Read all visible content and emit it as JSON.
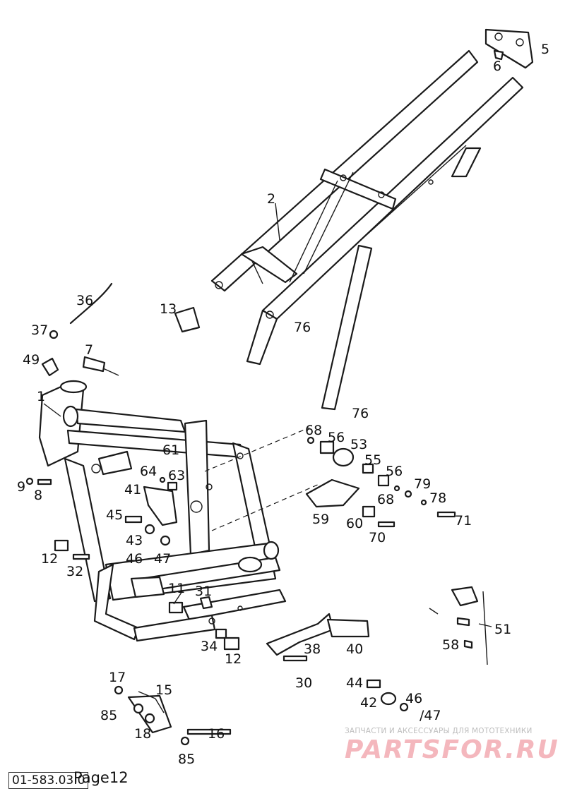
{
  "callouts": [
    {
      "id": "c1",
      "label": "1"
    },
    {
      "id": "c2",
      "label": "2"
    },
    {
      "id": "c5",
      "label": "5"
    },
    {
      "id": "c6",
      "label": "6"
    },
    {
      "id": "c7",
      "label": "7"
    },
    {
      "id": "c8",
      "label": "8"
    },
    {
      "id": "c9",
      "label": "9"
    },
    {
      "id": "c11",
      "label": "11"
    },
    {
      "id": "c12a",
      "label": "12"
    },
    {
      "id": "c12b",
      "label": "12"
    },
    {
      "id": "c13",
      "label": "13"
    },
    {
      "id": "c15",
      "label": "15"
    },
    {
      "id": "c16",
      "label": "16"
    },
    {
      "id": "c17",
      "label": "17"
    },
    {
      "id": "c18",
      "label": "18"
    },
    {
      "id": "c30",
      "label": "30"
    },
    {
      "id": "c31",
      "label": "31"
    },
    {
      "id": "c32",
      "label": "32"
    },
    {
      "id": "c34",
      "label": "34"
    },
    {
      "id": "c36",
      "label": "36"
    },
    {
      "id": "c37",
      "label": "37"
    },
    {
      "id": "c38",
      "label": "38"
    },
    {
      "id": "c40",
      "label": "40"
    },
    {
      "id": "c41",
      "label": "41"
    },
    {
      "id": "c42",
      "label": "42"
    },
    {
      "id": "c43",
      "label": "43"
    },
    {
      "id": "c44",
      "label": "44"
    },
    {
      "id": "c45",
      "label": "45"
    },
    {
      "id": "c46a",
      "label": "46"
    },
    {
      "id": "c46b",
      "label": "46"
    },
    {
      "id": "c47a",
      "label": "47"
    },
    {
      "id": "c47b",
      "label": "/47"
    },
    {
      "id": "c49",
      "label": "49"
    },
    {
      "id": "c51",
      "label": "51"
    },
    {
      "id": "c53",
      "label": "53"
    },
    {
      "id": "c55",
      "label": "55"
    },
    {
      "id": "c56a",
      "label": "56"
    },
    {
      "id": "c56b",
      "label": "56"
    },
    {
      "id": "c58",
      "label": "58"
    },
    {
      "id": "c59",
      "label": "59"
    },
    {
      "id": "c60",
      "label": "60"
    },
    {
      "id": "c61",
      "label": "61"
    },
    {
      "id": "c63",
      "label": "63"
    },
    {
      "id": "c64",
      "label": "64"
    },
    {
      "id": "c68a",
      "label": "68"
    },
    {
      "id": "c68b",
      "label": "68"
    },
    {
      "id": "c70",
      "label": "70"
    },
    {
      "id": "c71",
      "label": "71"
    },
    {
      "id": "c76a",
      "label": "76"
    },
    {
      "id": "c76b",
      "label": "76"
    },
    {
      "id": "c78",
      "label": "78"
    },
    {
      "id": "c79",
      "label": "79"
    },
    {
      "id": "c85a",
      "label": "85"
    },
    {
      "id": "c85b",
      "label": "85"
    }
  ],
  "footer": {
    "doc_code": "01-583.03.0",
    "page_label": "Page12"
  },
  "watermark": {
    "tagline": "ЗАПЧАСТИ И АКСЕССУАРЫ ДЛЯ МОТОТЕХНИКИ",
    "brand": "PARTSFOR.RU"
  }
}
